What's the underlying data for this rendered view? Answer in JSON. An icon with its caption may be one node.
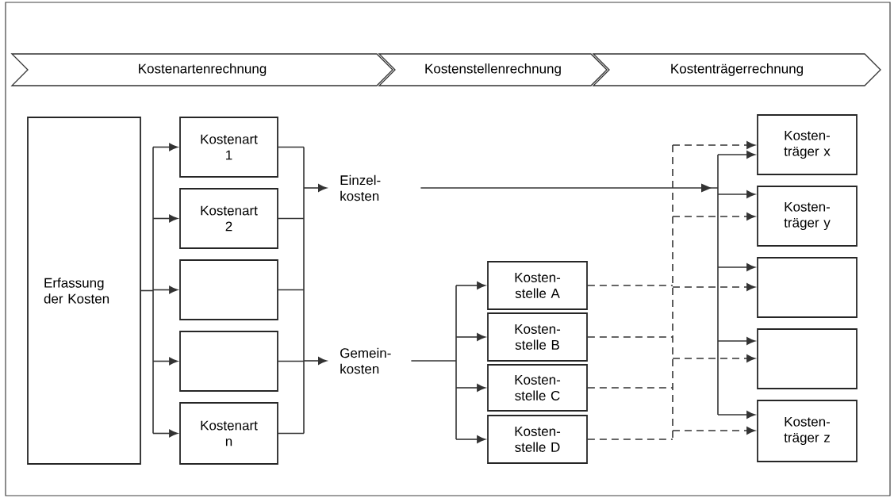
{
  "diagram": {
    "nodes": [
      {
        "text": [
          "Kostenartenrechnung"
        ]
      },
      {
        "text": [
          "Kostenstellenrechnung"
        ]
      },
      {
        "text": [
          "Kostenträgerrechnung"
        ]
      },
      {
        "text": [
          "Erfassung der Kosten"
        ]
      },
      {
        "text": [
          "Kostenart 1"
        ]
      },
      {
        "text": [
          "Kostenart 2"
        ]
      },
      {
        "text": [],
        "shape": "box"
      },
      {
        "text": [],
        "shape": "box"
      },
      {
        "text": [
          "Kostenart n"
        ]
      },
      {
        "text": [
          "Einzel- kosten"
        ]
      },
      {
        "text": [
          "Gemein- kosten"
        ]
      },
      {
        "text": [
          "Kosten- stelle A"
        ]
      },
      {
        "text": [
          "Kosten- stelle B"
        ]
      },
      {
        "text": [
          "Kosten- stelle C"
        ]
      },
      {
        "text": [
          "Kosten- stelle D"
        ]
      },
      {
        "text": [
          "Kosten- träger x"
        ]
      },
      {
        "text": [
          "Kosten- träger y"
        ]
      },
      {
        "text": [],
        "shape": "box"
      },
      {
        "text": [],
        "shape": "box"
      },
      {
        "text": [
          "Kosten- träger z"
        ]
      }
    ],
    "edges": [
      {
        "from": 3,
        "to": 4,
        "arrow": "to"
      },
      {
        "from": 3,
        "to": 5,
        "arrow": "to"
      },
      {
        "from": 3,
        "to": 6,
        "arrow": "to"
      },
      {
        "from": 3,
        "to": 7,
        "arrow": "to"
      },
      {
        "from": 3,
        "to": 8,
        "arrow": "to"
      },
      {
        "from": 4,
        "to": 9,
        "arrow": "to"
      },
      {
        "from": 5,
        "to": 9,
        "arrow": "to"
      },
      {
        "from": 6,
        "to": 9,
        "arrow": "to"
      },
      {
        "from": 7,
        "to": 9,
        "arrow": "to"
      },
      {
        "from": 8,
        "to": 9,
        "arrow": "to"
      },
      {
        "from": 4,
        "to": 10,
        "arrow": "to"
      },
      {
        "from": 5,
        "to": 10,
        "arrow": "to"
      },
      {
        "from": 6,
        "to": 10,
        "arrow": "to"
      },
      {
        "from": 7,
        "to": 10,
        "arrow": "to"
      },
      {
        "from": 8,
        "to": 10,
        "arrow": "to"
      },
      {
        "from": 9,
        "to": 15,
        "arrow": "to"
      },
      {
        "from": 9,
        "to": 16,
        "arrow": "to"
      },
      {
        "from": 9,
        "to": 17,
        "arrow": "to"
      },
      {
        "from": 9,
        "to": 18,
        "arrow": "to"
      },
      {
        "from": 9,
        "to": 19,
        "arrow": "to"
      },
      {
        "from": 10,
        "to": 11,
        "arrow": "to"
      },
      {
        "from": 10,
        "to": 12,
        "arrow": "to"
      },
      {
        "from": 10,
        "to": 13,
        "arrow": "to"
      },
      {
        "from": 10,
        "to": 14,
        "arrow": "to"
      },
      {
        "from": 11,
        "to": 15,
        "arrow": "to",
        "style": "dashed"
      },
      {
        "from": 11,
        "to": 16,
        "arrow": "to",
        "style": "dashed"
      },
      {
        "from": 11,
        "to": 17,
        "arrow": "to",
        "style": "dashed"
      },
      {
        "from": 11,
        "to": 18,
        "arrow": "to",
        "style": "dashed"
      },
      {
        "from": 11,
        "to": 19,
        "arrow": "to",
        "style": "dashed"
      },
      {
        "from": 12,
        "to": 15,
        "arrow": "to",
        "style": "dashed"
      },
      {
        "from": 12,
        "to": 16,
        "arrow": "to",
        "style": "dashed"
      },
      {
        "from": 12,
        "to": 17,
        "arrow": "to",
        "style": "dashed"
      },
      {
        "from": 12,
        "to": 18,
        "arrow": "to",
        "style": "dashed"
      },
      {
        "from": 12,
        "to": 19,
        "arrow": "to",
        "style": "dashed"
      },
      {
        "from": 13,
        "to": 15,
        "arrow": "to",
        "style": "dashed"
      },
      {
        "from": 13,
        "to": 16,
        "arrow": "to",
        "style": "dashed"
      },
      {
        "from": 13,
        "to": 17,
        "arrow": "to",
        "style": "dashed"
      },
      {
        "from": 13,
        "to": 18,
        "arrow": "to",
        "style": "dashed"
      },
      {
        "from": 13,
        "to": 19,
        "arrow": "to",
        "style": "dashed"
      },
      {
        "from": 14,
        "to": 15,
        "arrow": "to",
        "style": "dashed"
      },
      {
        "from": 14,
        "to": 16,
        "arrow": "to",
        "style": "dashed"
      },
      {
        "from": 14,
        "to": 17,
        "arrow": "to",
        "style": "dashed"
      },
      {
        "from": 14,
        "to": 18,
        "arrow": "to",
        "style": "dashed"
      },
      {
        "from": 14,
        "to": 19,
        "arrow": "to",
        "style": "dashed"
      }
    ]
  }
}
